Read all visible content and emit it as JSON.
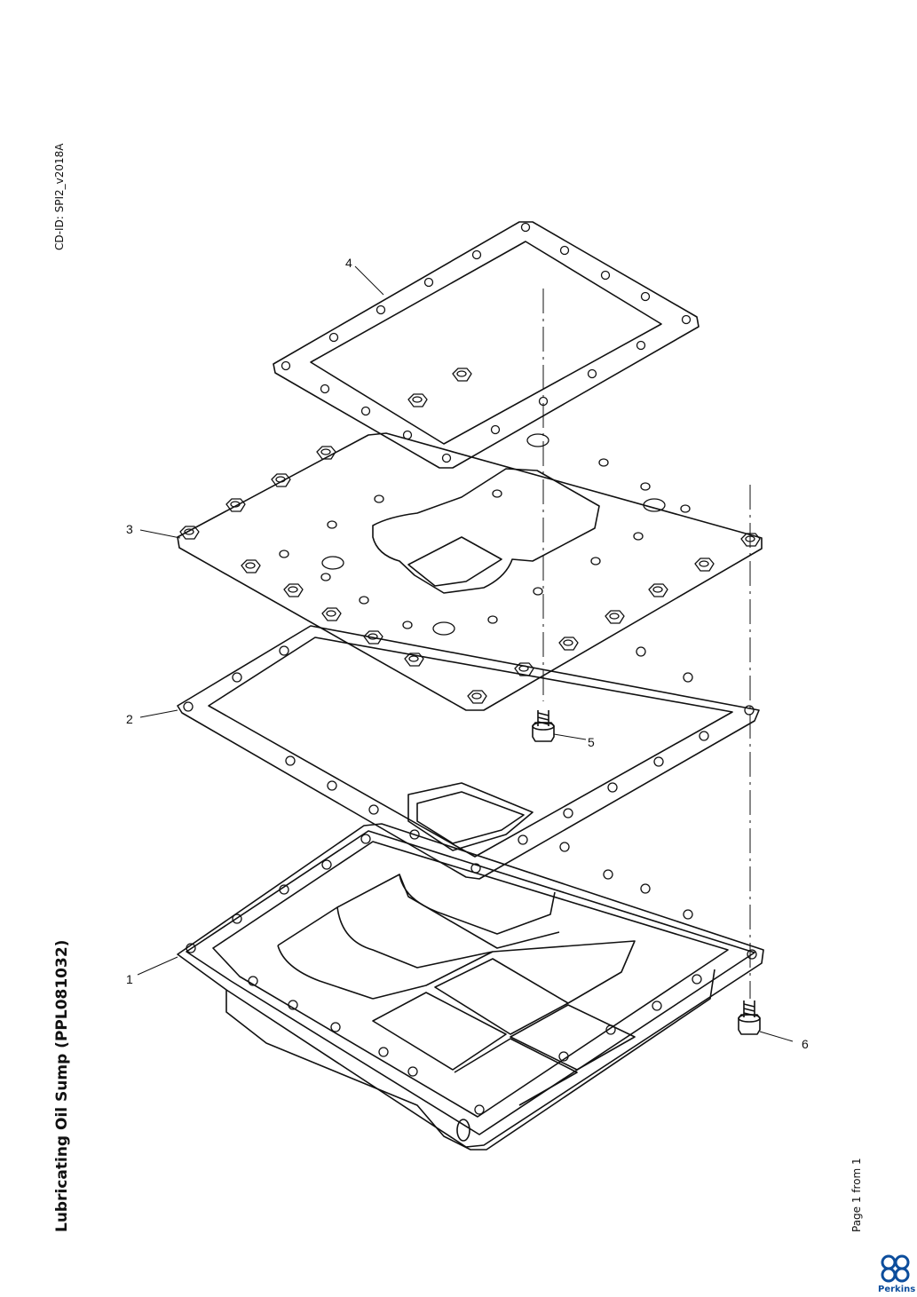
{
  "document": {
    "cd_id": "CD-ID: SPI2_v2018A",
    "title": "Lubricating Oil Sump (PPL081032)",
    "page": "Page 1 from 1",
    "brand": "Perkins",
    "brand_color": "#0c4d9c"
  },
  "callouts": [
    {
      "number": "1",
      "part": "oil-sump-pan"
    },
    {
      "number": "2",
      "part": "gasket"
    },
    {
      "number": "3",
      "part": "stiffener-plate"
    },
    {
      "number": "4",
      "part": "gasket-frame"
    },
    {
      "number": "5",
      "part": "bolt"
    },
    {
      "number": "6",
      "part": "bolt"
    }
  ]
}
